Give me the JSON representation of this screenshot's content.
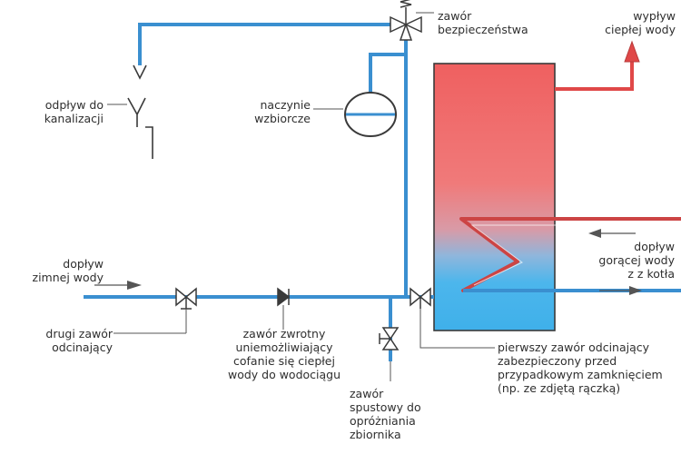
{
  "labels": {
    "safety_valve": "zawór\nbezpieczeństwa",
    "hot_water_outflow": "wypływ\nciepłej wody",
    "drain_outflow": "odpływ do\nkanalizacji",
    "expansion_vessel": "naczynie\nwzbiorcze",
    "cold_water_inflow": "dopływ\nzimnej wody",
    "hot_water_inflow": "dopływ\ngorącej wody\nz z kotła",
    "second_shutoff_valve": "drugi zawór\nodcinający",
    "check_valve": "zawór zwrotny\nuniemożliwiający\ncofanie się ciepłej\nwody do wodociągu",
    "drain_valve": "zawór\nspustowy do\nopróżniania\nzbiornika",
    "first_shutoff_valve": "pierwszy zawór odcinający\nzabezpieczony przed\nprzypadkowym zamknięciem\n(np. ze zdjętą rączką)"
  },
  "colors": {
    "pipe_cold": "#3a8fd0",
    "pipe_hot": "#e04848",
    "tank_top": "#ef5a5a",
    "tank_bottom": "#40b8ef",
    "outline": "#3a3a3a",
    "leader": "#555555"
  }
}
